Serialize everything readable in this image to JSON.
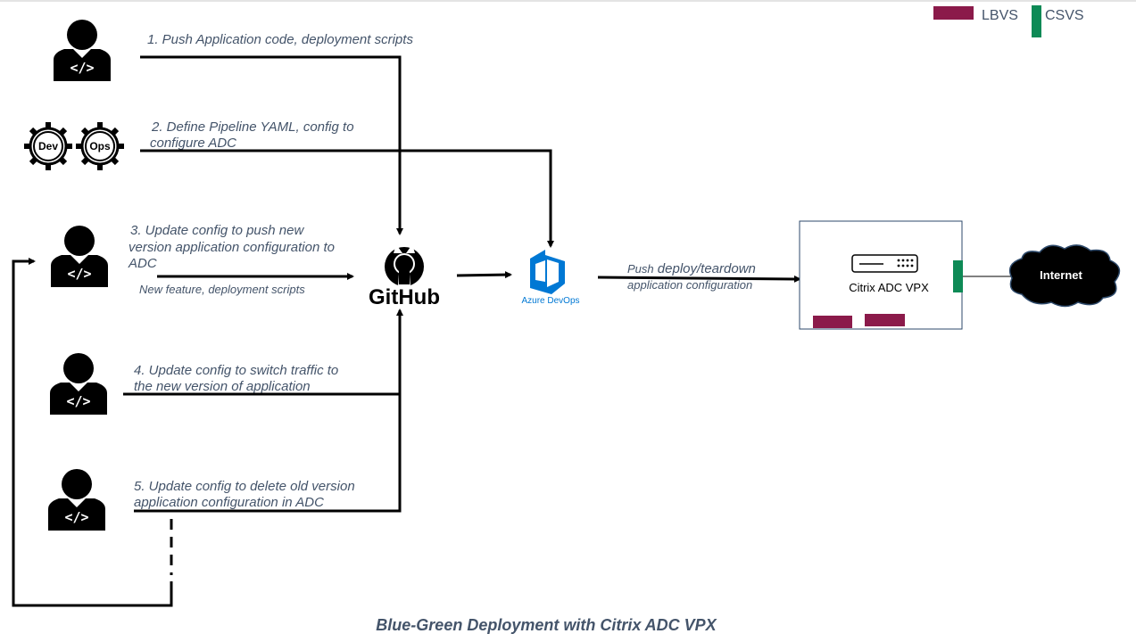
{
  "legend": {
    "lbvs_label": "LBVS",
    "csvs_label": "CSVS",
    "lbvs_color": "#8b1a4a",
    "csvs_color": "#0e8a56"
  },
  "steps": {
    "step1": "1. Push Application code, deployment scripts",
    "step2_line1": "2. Define Pipeline YAML, config to",
    "step2_line2": "configure ADC",
    "step3_line1": "3. Update config to push new",
    "step3_line2": "version application configuration to",
    "step3_line3": "ADC",
    "step3_sub": "New feature, deployment scripts",
    "step4_line1": "4. Update config to switch traffic to",
    "step4_line2": "the new version of application",
    "step5_line1": "5. Update config to delete old version",
    "step5_line2": "application configuration in ADC"
  },
  "devops_gears": {
    "left": "Dev",
    "right": "Ops"
  },
  "github": {
    "label": "GitHub"
  },
  "azure": {
    "label": "Azure DevOps"
  },
  "push": {
    "word": "Push",
    "rest": " deploy/teardown",
    "line2": "application configuration"
  },
  "adc": {
    "label": "Citrix ADC VPX"
  },
  "internet": {
    "label": "Internet"
  },
  "caption": "Blue-Green Deployment with Citrix ADC VPX"
}
